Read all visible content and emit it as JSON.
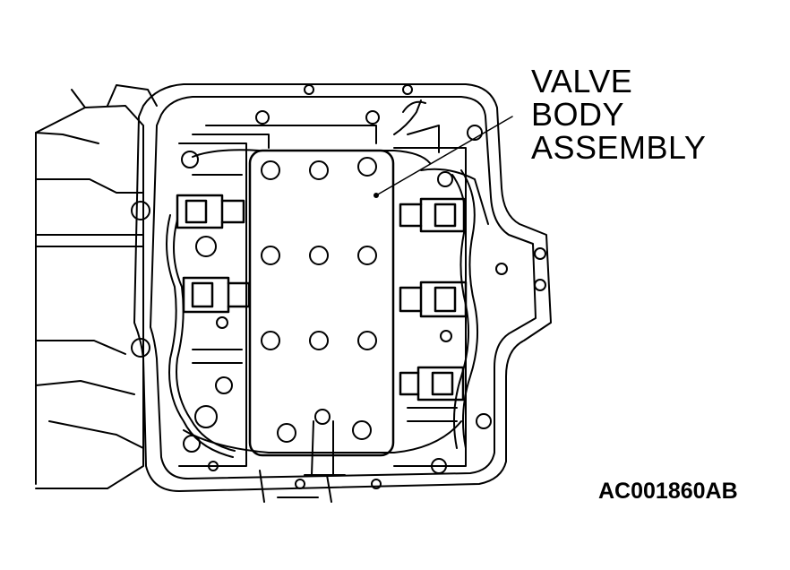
{
  "callout": {
    "line1": "VALVE",
    "line2": "BODY",
    "line3": "ASSEMBLY"
  },
  "figure_code": "AC001860AB",
  "colors": {
    "ink": "#000000",
    "paper": "#ffffff"
  }
}
